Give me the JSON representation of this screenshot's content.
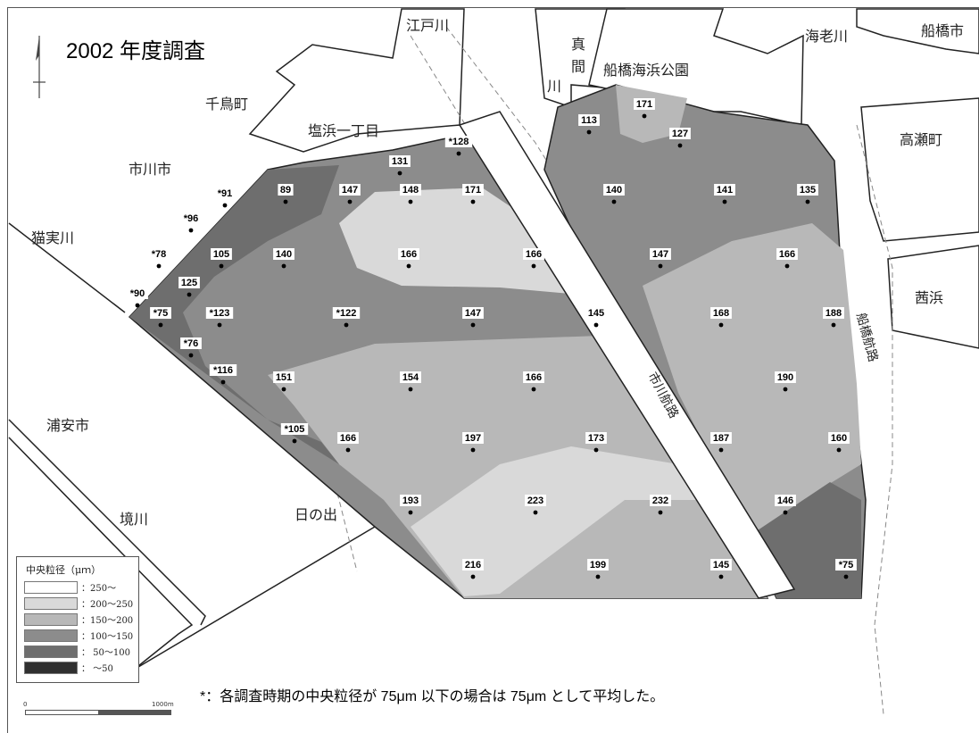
{
  "title": "2002 年度調査",
  "footnote": "*：各調査時期の中央粒径が 75μm 以下の場合は 75μm として平均した。",
  "places": {
    "edogawa": "江戸川",
    "chidoricho": "千鳥町",
    "mamagawa_1": "真",
    "mamagawa_2": "間",
    "mamagawa_3": "川",
    "funabashi_park": "船橋海浜公園",
    "ebigawa": "海老川",
    "funabashi_city": "船橋市",
    "shiohama": "塩浜一丁目",
    "ichikawa_city": "市川市",
    "takasecho": "高瀬町",
    "nekozanegawa": "猫実川",
    "akanehama": "茜浜",
    "urayasu_city": "浦安市",
    "sakaigawa": "境川",
    "hinode": "日の出",
    "ichikawa_channel": "市川航路",
    "funabashi_channel": "船橋航路"
  },
  "legend": {
    "title": "中央粒径（μｍ）",
    "classes": [
      {
        "label": "：250～",
        "color": "#ffffff"
      },
      {
        "label": "：200～250",
        "color": "#d9d9d9"
      },
      {
        "label": "：150～200",
        "color": "#b8b8b8"
      },
      {
        "label": "：100～150",
        "color": "#8c8c8c"
      },
      {
        "label": "：  50～100",
        "color": "#6e6e6e"
      },
      {
        "label": "：    ～50",
        "color": "#303030"
      }
    ]
  },
  "scale": {
    "start": "0",
    "end": "1000m"
  },
  "stations": [
    {
      "label": "171"
    },
    {
      "label": "113"
    },
    {
      "label": "127"
    },
    {
      "label": "*128"
    },
    {
      "label": "131"
    },
    {
      "label": "89"
    },
    {
      "label": "147"
    },
    {
      "label": "148"
    },
    {
      "label": "171"
    },
    {
      "label": "140"
    },
    {
      "label": "141"
    },
    {
      "label": "135"
    },
    {
      "label": "*91"
    },
    {
      "label": "*96"
    },
    {
      "label": "*78"
    },
    {
      "label": "105"
    },
    {
      "label": "140"
    },
    {
      "label": "166"
    },
    {
      "label": "166"
    },
    {
      "label": "147"
    },
    {
      "label": "166"
    },
    {
      "label": "125"
    },
    {
      "label": "*90"
    },
    {
      "label": "*75"
    },
    {
      "label": "*123"
    },
    {
      "label": "*122"
    },
    {
      "label": "147"
    },
    {
      "label": "145"
    },
    {
      "label": "168"
    },
    {
      "label": "188"
    },
    {
      "label": "*76"
    },
    {
      "label": "*116"
    },
    {
      "label": "151"
    },
    {
      "label": "154"
    },
    {
      "label": "166"
    },
    {
      "label": "190"
    },
    {
      "label": "*105"
    },
    {
      "label": "166"
    },
    {
      "label": "197"
    },
    {
      "label": "173"
    },
    {
      "label": "187"
    },
    {
      "label": "160"
    },
    {
      "label": "193"
    },
    {
      "label": "223"
    },
    {
      "label": "232"
    },
    {
      "label": "146"
    },
    {
      "label": "216"
    },
    {
      "label": "199"
    },
    {
      "label": "145"
    },
    {
      "label": "*75"
    }
  ]
}
